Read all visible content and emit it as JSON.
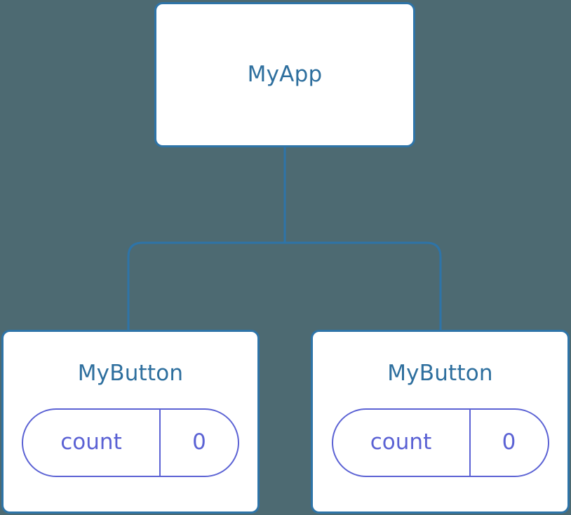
{
  "diagram": {
    "type": "component-tree",
    "background_color": "#4d6a72",
    "node_border_color": "#2e74a8",
    "node_fill_color": "#ffffff",
    "node_title_color": "#2e6f9e",
    "connector_color": "#2e74a8",
    "state_accent_color": "#5b62d4",
    "root": {
      "title": "MyApp"
    },
    "children": [
      {
        "title": "MyButton",
        "state": {
          "key": "count",
          "value": "0"
        }
      },
      {
        "title": "MyButton",
        "state": {
          "key": "count",
          "value": "0"
        }
      }
    ]
  }
}
